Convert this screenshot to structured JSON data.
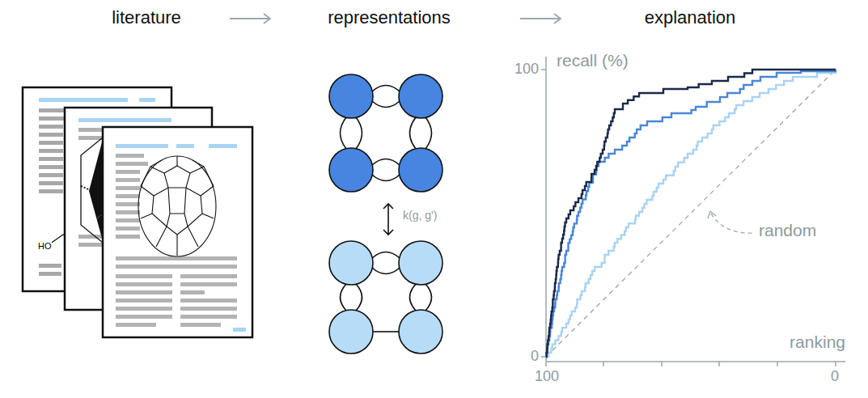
{
  "diagram": {
    "labels": [
      "literature",
      "representations",
      "explanation",
      "HO",
      "k(g, g')",
      "recall (%)",
      "100",
      "0",
      "random",
      "ranking",
      "100",
      "0"
    ]
  }
}
